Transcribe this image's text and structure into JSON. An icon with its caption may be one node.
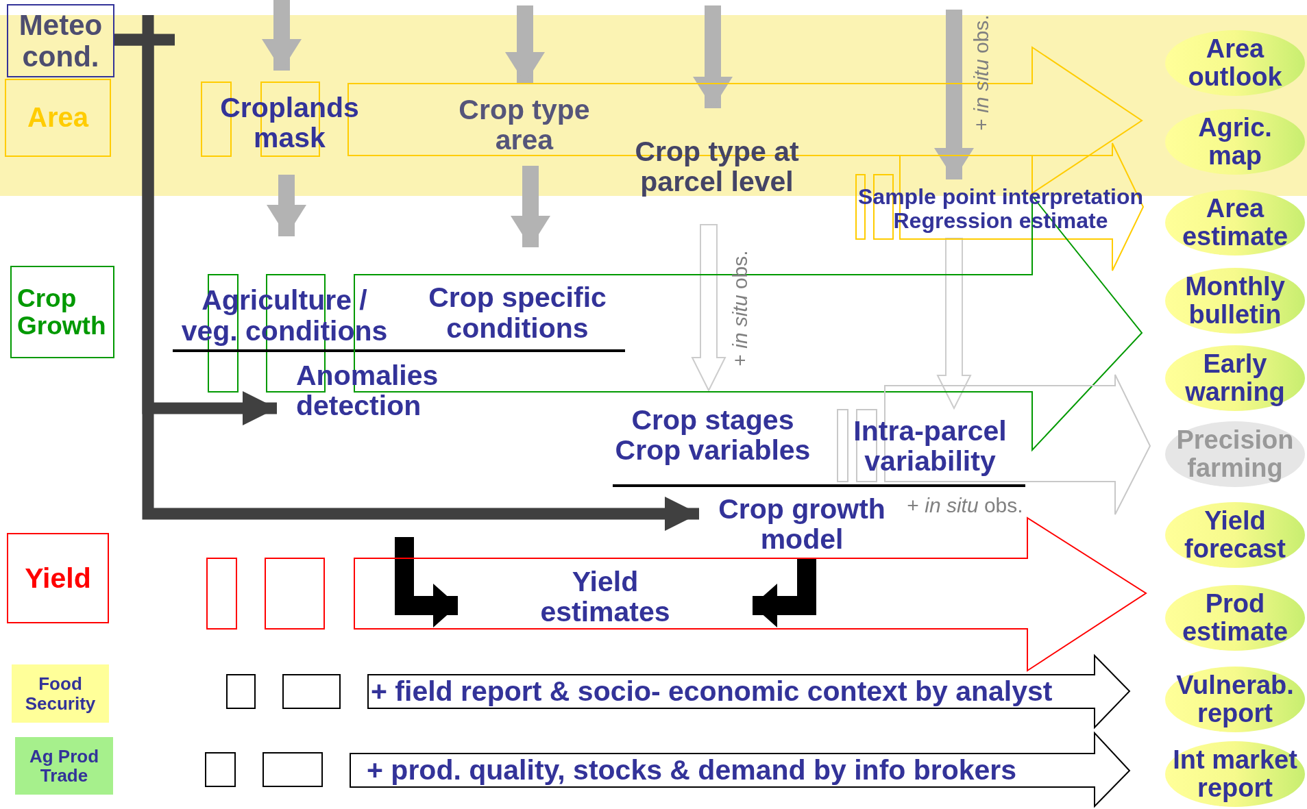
{
  "diagram": {
    "nodes": [
      {
        "text": [
          "Meteo cond."
        ]
      },
      {
        "text": [
          "Area"
        ]
      },
      {
        "text": [
          "Crop Growth"
        ]
      },
      {
        "text": [
          "Yield"
        ]
      },
      {
        "text": [
          "Food Security"
        ]
      },
      {
        "text": [
          "Ag Prod Trade"
        ]
      },
      {
        "text": [
          "Croplands mask"
        ]
      },
      {
        "text": [],
        "shape": "arrow"
      },
      {
        "text": [
          "Crop type area"
        ],
        "in": 7
      },
      {
        "text": [
          "Crop type at parcel level"
        ]
      },
      {
        "text": [],
        "shape": "arrow"
      },
      {
        "text": [
          "Sample point interpretation",
          "Regression estimate"
        ]
      },
      {
        "text": [
          "Agriculture / veg. conditions"
        ]
      },
      {
        "text": [],
        "shape": "arrow"
      },
      {
        "text": [
          "Crop specific conditions"
        ],
        "in": 13
      },
      {
        "text": [
          "Anomalies detection"
        ]
      },
      {
        "text": [
          "Crop stages",
          "Crop variables"
        ]
      },
      {
        "text": [],
        "shape": "arrow"
      },
      {
        "text": [
          "Intra-parcel variability"
        ]
      },
      {
        "text": [
          "Crop growth model"
        ]
      },
      {
        "text": [],
        "shape": "arrow"
      },
      {
        "text": [
          "Yield estimates"
        ],
        "in": 20
      },
      {
        "text": [],
        "shape": "arrow"
      },
      {
        "text": [
          "+ field report & socio- economic context by analyst"
        ],
        "in": 22
      },
      {
        "text": [],
        "shape": "arrow"
      },
      {
        "text": [
          "+ prod. quality, stocks & demand by info brokers"
        ],
        "in": 24
      },
      {
        "text": [
          "Area outlook"
        ]
      },
      {
        "text": [
          "Agric. map"
        ]
      },
      {
        "text": [
          "Area estimate"
        ]
      },
      {
        "text": [
          "Monthly bulletin"
        ]
      },
      {
        "text": [
          "Early warning"
        ]
      },
      {
        "text": [
          "Precision farming"
        ]
      },
      {
        "text": [
          "Yield forecast"
        ]
      },
      {
        "text": [
          "Prod estimate"
        ]
      },
      {
        "text": [
          "Vulnerab. report"
        ]
      },
      {
        "text": [
          "Int market report"
        ]
      }
    ],
    "edges": [
      {
        "from": null,
        "to": 6,
        "arrow": "to"
      },
      {
        "from": null,
        "to": 8,
        "arrow": "to"
      },
      {
        "from": 6,
        "to": 12,
        "arrow": "to"
      },
      {
        "from": 8,
        "to": 14,
        "arrow": "to"
      },
      {
        "from": null,
        "to": 9,
        "arrow": "to"
      },
      {
        "from": null,
        "to": 11,
        "arrow": "to"
      },
      {
        "from": 9,
        "to": 16,
        "arrow": "to",
        "color": "#cccccc"
      },
      {
        "from": 11,
        "to": 18,
        "arrow": "to",
        "color": "#cccccc"
      },
      {
        "from": 0,
        "to": 15,
        "arrow": "to",
        "color": "#404040"
      },
      {
        "from": 0,
        "to": 19,
        "arrow": "to",
        "color": "#404040"
      },
      {
        "from": null,
        "to": 21,
        "arrow": "to",
        "color": "#000000"
      },
      {
        "from": 19,
        "to": 21,
        "arrow": "to",
        "color": "#000000"
      }
    ],
    "labels": [
      "+ *in situ* obs.",
      "+ *in situ* obs.",
      "+ *in situ* obs."
    ]
  }
}
